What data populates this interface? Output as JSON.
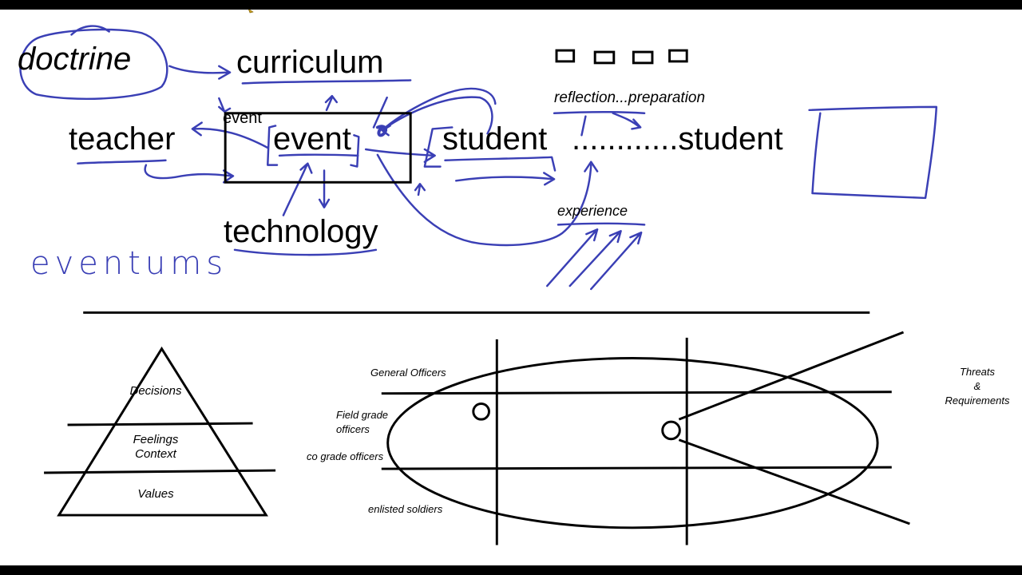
{
  "top": {
    "doctrine": "doctrine",
    "curriculum": "curriculum",
    "teacher": "teacher",
    "event_small": "event",
    "event": "event",
    "student": "student",
    "dots_student": "............student",
    "technology": "technology",
    "reflection": "reflection...preparation",
    "experience": "experience",
    "eventums": "eventums"
  },
  "pyramid": {
    "decisions": "Decisions",
    "feelings": "Feelings",
    "context": "Context",
    "values": "Values"
  },
  "ellipse": {
    "general": "General Officers",
    "field_line1": "Field grade",
    "field_line2": "officers",
    "co_grade": "co grade officers",
    "enlisted": "enlisted soldiers",
    "threats_line1": "Threats",
    "threats_line2": "&",
    "threats_line3": "Requirements"
  },
  "colors": {
    "ink": "#3a3fb5",
    "text": "#000000",
    "background": "#ffffff",
    "frame": "#000000"
  }
}
